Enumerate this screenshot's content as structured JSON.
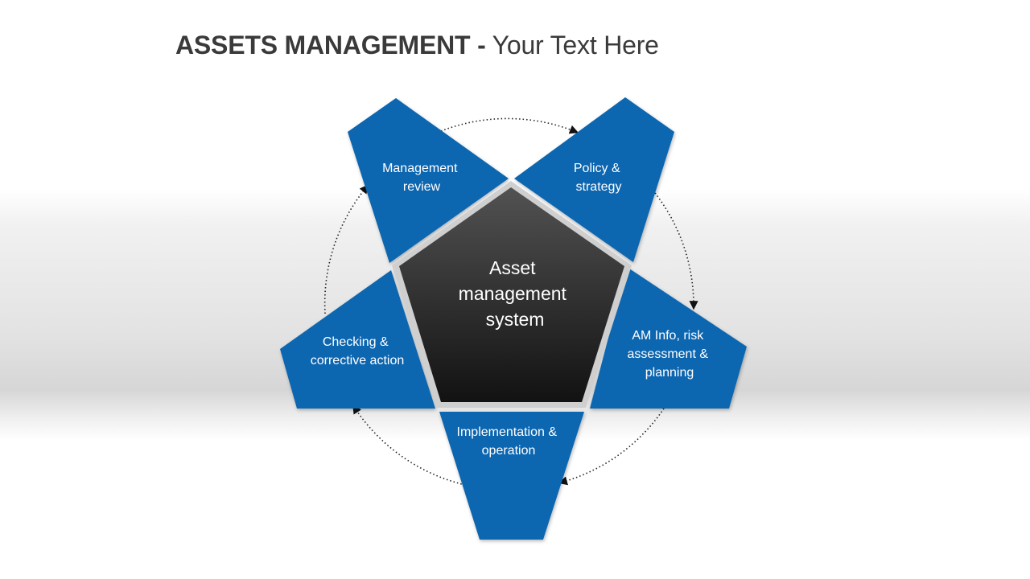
{
  "slide": {
    "title_bold": "ASSETS MANAGEMENT -",
    "title_rest": " Your Text Here"
  },
  "diagram": {
    "center": {
      "lines": [
        "Asset",
        "management",
        "system"
      ],
      "color": "#222222"
    },
    "petal_color": "#0866b0",
    "petals": [
      {
        "key": "policy",
        "lines": [
          "Policy &",
          "strategy"
        ]
      },
      {
        "key": "am-info",
        "lines": [
          "AM Info, risk",
          "assessment &",
          "planning"
        ]
      },
      {
        "key": "implementation",
        "lines": [
          "Implementation &",
          "operation"
        ]
      },
      {
        "key": "checking",
        "lines": [
          "Checking &",
          "corrective action"
        ]
      },
      {
        "key": "management-review",
        "lines": [
          "Management",
          "review"
        ]
      }
    ],
    "cycle_arrows": "dotted clockwise"
  }
}
